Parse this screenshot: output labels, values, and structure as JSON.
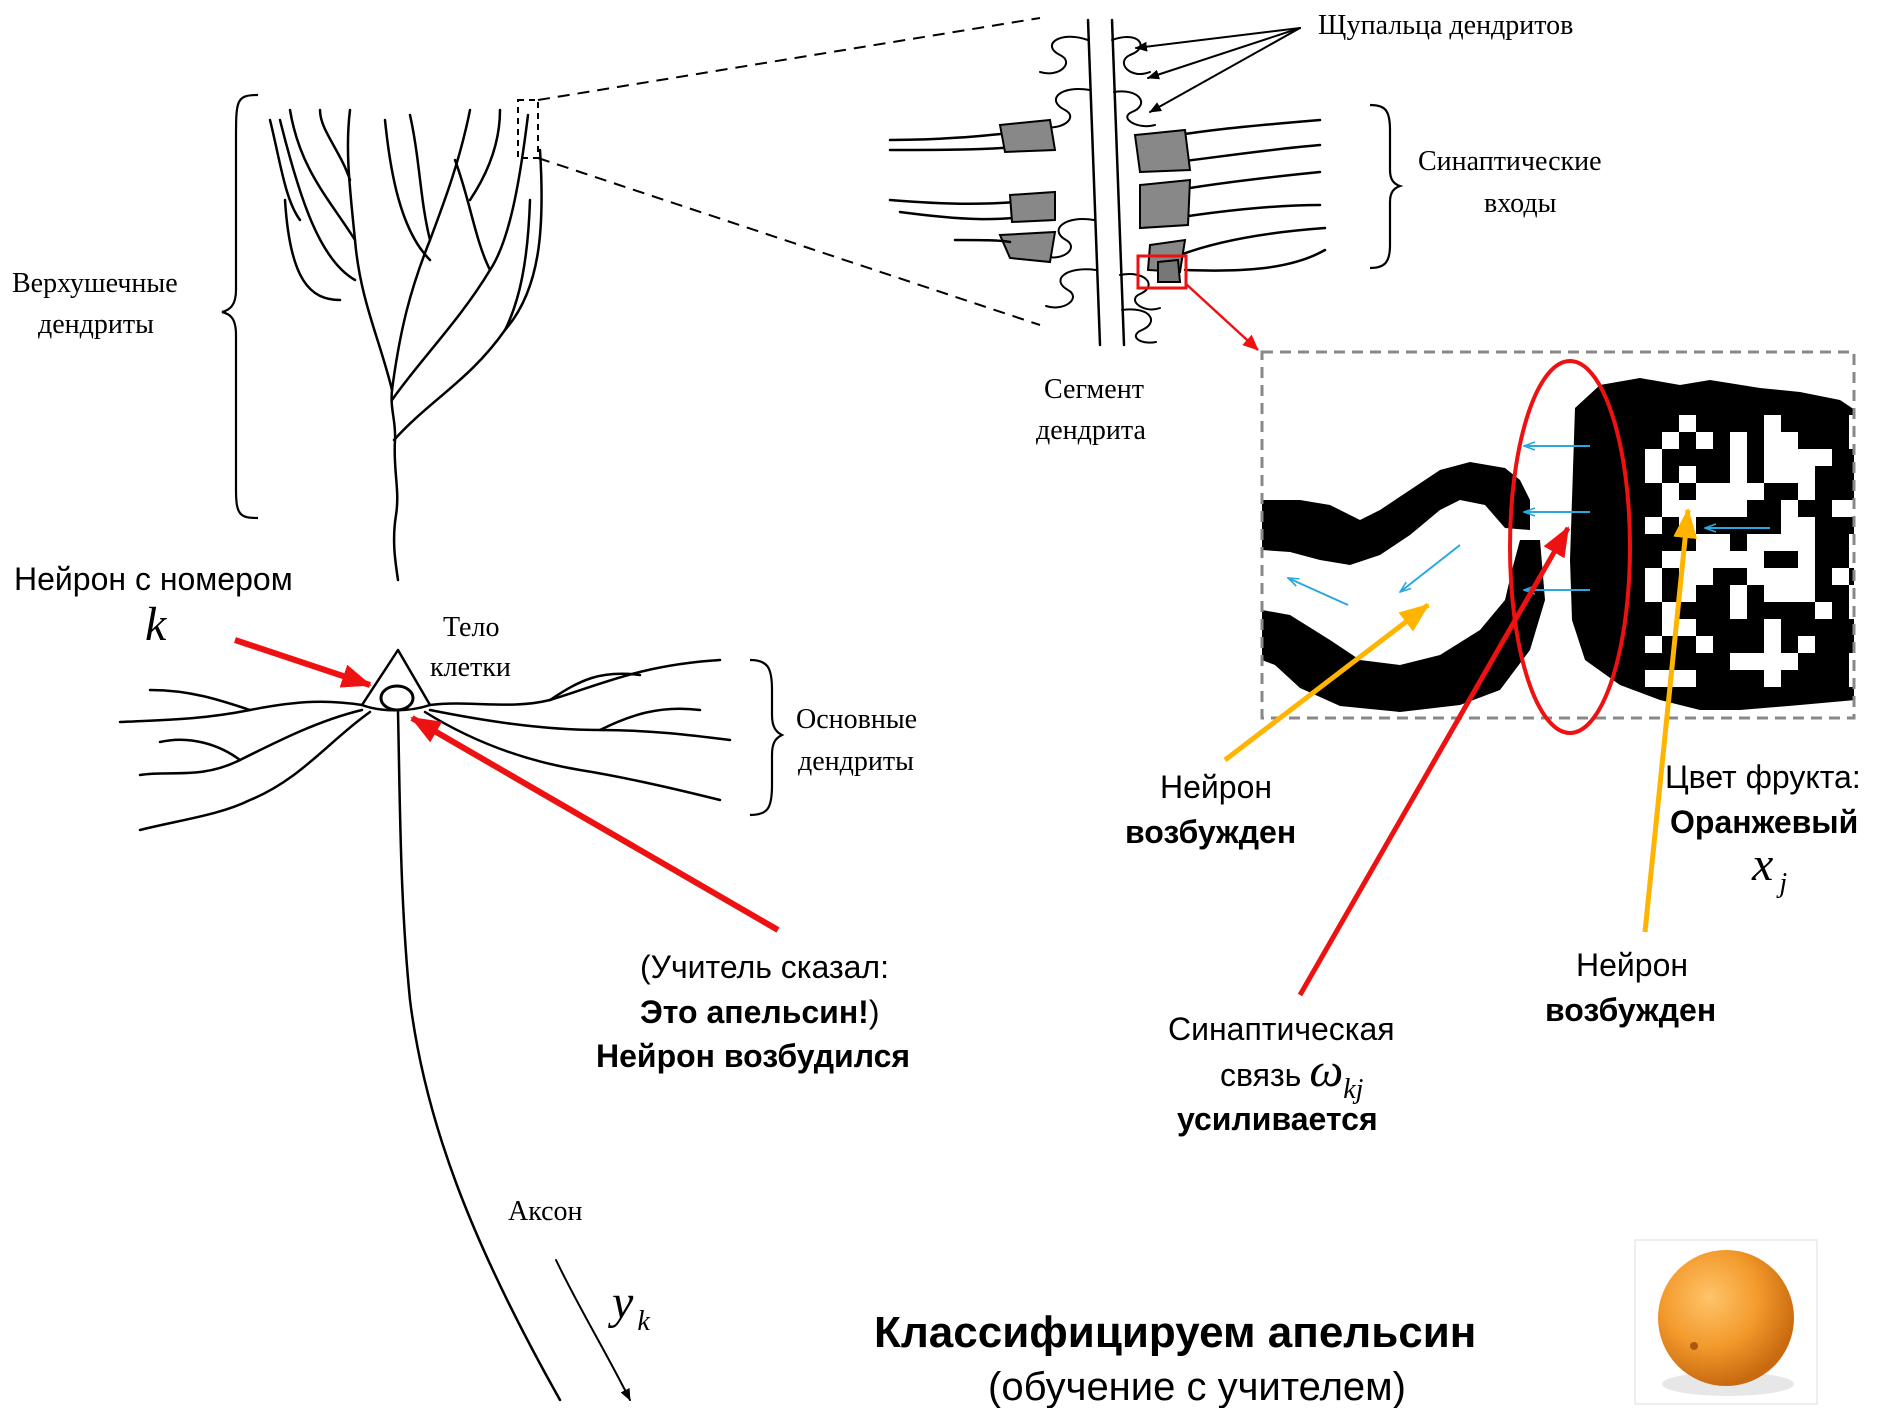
{
  "diagram": {
    "labels": {
      "apical_dendrites": [
        "Верхушечные",
        "дендриты"
      ],
      "dendrite_spines": "Щупальца дендритов",
      "synaptic_inputs": [
        "Синаптические",
        "входы"
      ],
      "dendrite_segment": [
        "Сегмент",
        "дендрита"
      ],
      "cell_body": [
        "Тело",
        "клетки"
      ],
      "basal_dendrites": [
        "Основные",
        "дендриты"
      ],
      "axon": "Аксон"
    },
    "neuron_k": {
      "text": "Нейрон с номером",
      "symbol": "k"
    },
    "teacher_note": {
      "line1": "(Учитель сказал:",
      "line2_bold": "Это апельсин!",
      "line2_tail": ")",
      "line3_bold": "Нейрон возбудился"
    },
    "neuron_excited_left": {
      "line1": "Нейрон",
      "line2_bold": "возбужден"
    },
    "neuron_excited_right": {
      "line1": "Нейрон",
      "line2_bold": "возбужден"
    },
    "fruit_color": {
      "line1": "Цвет фрукта:",
      "line2_bold": "Оранжевый",
      "symbol": "x",
      "subscript": "j"
    },
    "synapse": {
      "line1": "Синаптическая",
      "line2": "связь",
      "symbol": "ω",
      "subscript": "kj",
      "line3_bold": "усиливается"
    },
    "output": {
      "symbol": "y",
      "subscript": "k"
    },
    "bottom_title": {
      "title": "Классифицируем апельсин",
      "subtitle": "(обучение с учителем)"
    },
    "colors": {
      "red": "#ee1111",
      "gold": "#ffb400",
      "cyan": "#29a8e0",
      "orange_fruit": "#f39a2c",
      "gray_dash": "#888888"
    },
    "icons": {
      "fruit": "orange-fruit-icon"
    }
  }
}
